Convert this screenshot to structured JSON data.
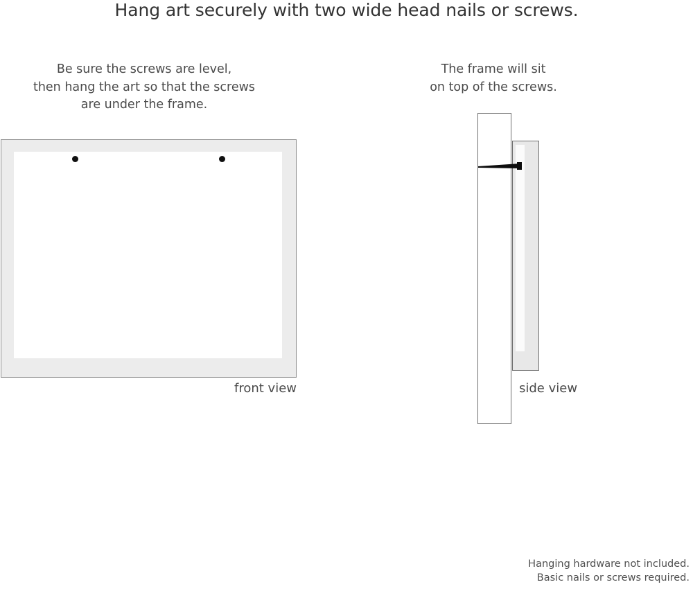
{
  "title": "Hang art securely with two wide head nails or screws.",
  "captions": {
    "left": {
      "line1": "Be sure the screws are level,",
      "line2": "then hang the art so that the screws",
      "line3": "are under the frame."
    },
    "right": {
      "line1": "The frame will sit",
      "line2": "on top of the screws."
    }
  },
  "diagrams": {
    "front": {
      "label": "front view",
      "frame_border_color": "#8e8e8e",
      "mat_color": "#ececec",
      "art_color": "#ffffff",
      "screw_color": "#101010",
      "screw_count": 2
    },
    "side": {
      "label": "side view",
      "wall_color": "#ffffff",
      "wall_border_color": "#6e6e6e",
      "frame_color": "#e8e8e8",
      "nail_color": "#0d0d0d"
    }
  },
  "disclaimer": {
    "line1": "Hanging hardware not included.",
    "line2": "Basic nails or screws required."
  }
}
